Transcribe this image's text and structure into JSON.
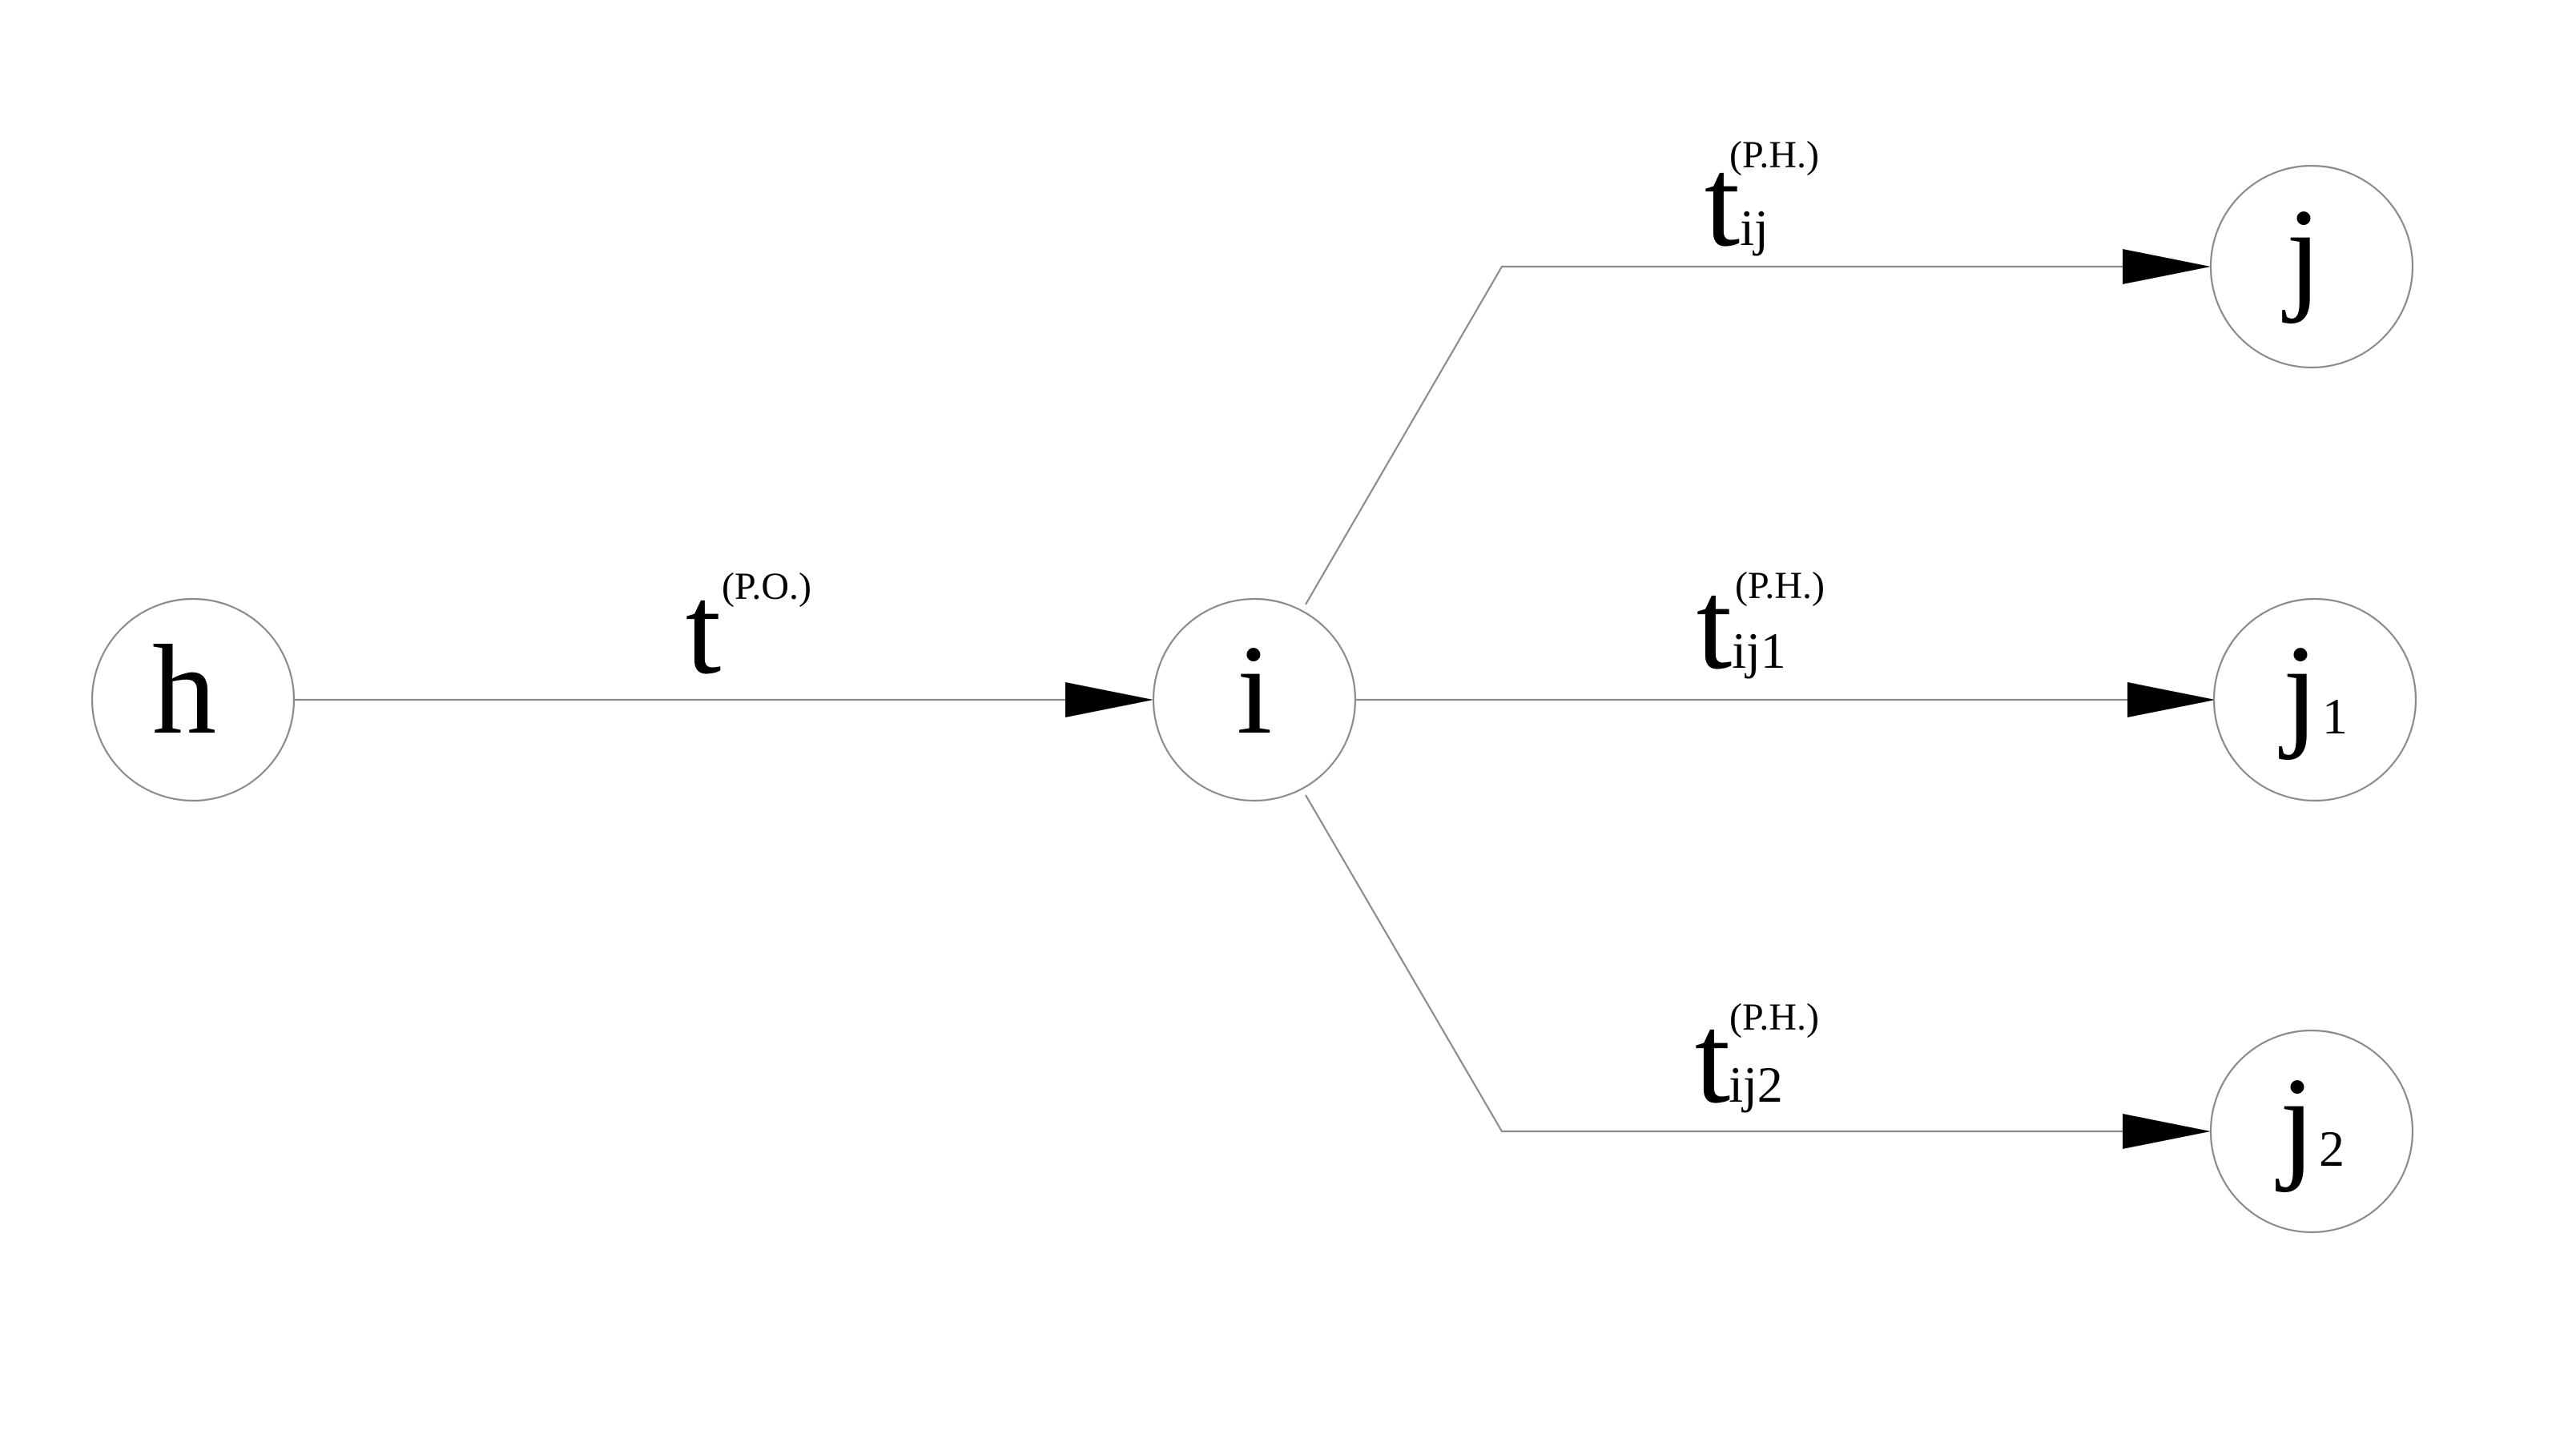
{
  "nodes": {
    "h": {
      "label": "h",
      "sub": ""
    },
    "i": {
      "label": "i",
      "sub": ""
    },
    "j": {
      "label": "j",
      "sub": ""
    },
    "j1": {
      "label": "j",
      "sub": "1"
    },
    "j2": {
      "label": "j",
      "sub": "2"
    }
  },
  "edges": {
    "h_i": {
      "main": "t",
      "sup": "(P.O.)",
      "sub": ""
    },
    "i_j": {
      "main": "t",
      "sup": "(P.H.)",
      "sub": "ij"
    },
    "i_j1": {
      "main": "t",
      "sup": "(P.H.)",
      "sub": "ij1"
    },
    "i_j2": {
      "main": "t",
      "sup": "(P.H.)",
      "sub": "ij2"
    }
  }
}
